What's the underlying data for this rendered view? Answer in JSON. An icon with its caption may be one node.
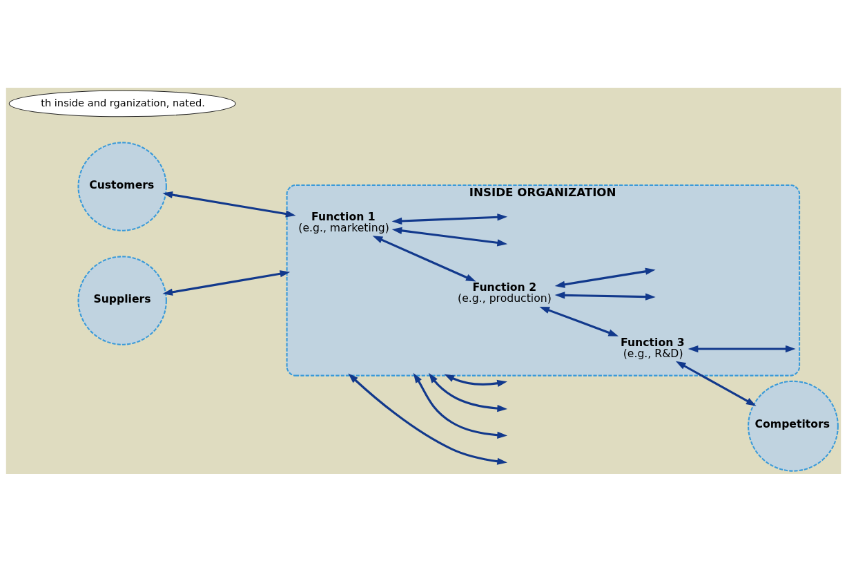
{
  "diagram": {
    "nodes": [
      {
        "text": [
          "INSIDE ORGANIZATION"
        ]
      },
      {
        "text": [
          "Function 3",
          "(e.g., R&D)"
        ],
        "in": 0
      },
      {
        "text": [
          "Function 2",
          "(e.g., production)"
        ],
        "in": 0
      },
      {
        "text": [
          "Customers"
        ]
      },
      {
        "text": [
          "Function 1",
          "(e.g., marketing)"
        ],
        "in": 0
      },
      {
        "text": [
          "Competitors"
        ]
      },
      {
        "text": [
          "Suppliers"
        ]
      },
      {
        "text": [
          "th inside and rganization, nated."
        ]
      }
    ],
    "edges": [
      {
        "from": 3,
        "to": 4,
        "arrow": "both"
      },
      {
        "from": 4,
        "to": 2,
        "arrow": "both"
      },
      {
        "from": 2,
        "to": 1,
        "arrow": "both"
      },
      {
        "from": 1,
        "to": 5,
        "arrow": "both"
      },
      {
        "from": 1,
        "to": null,
        "arrow": "both"
      },
      {
        "from": 4,
        "to": null,
        "arrow": "both"
      },
      {
        "from": 2,
        "to": null,
        "arrow": "both"
      },
      {
        "from": 2,
        "to": null,
        "arrow": "both"
      },
      {
        "from": 4,
        "to": null,
        "arrow": "both"
      },
      {
        "from": 6,
        "to": 0,
        "arrow": "both"
      },
      {
        "from": 0,
        "to": null,
        "arrow": "both"
      },
      {
        "from": 0,
        "to": null,
        "arrow": "both"
      },
      {
        "from": 0,
        "to": null,
        "arrow": "both"
      },
      {
        "from": 0,
        "to": null,
        "arrow": "both"
      }
    ]
  }
}
